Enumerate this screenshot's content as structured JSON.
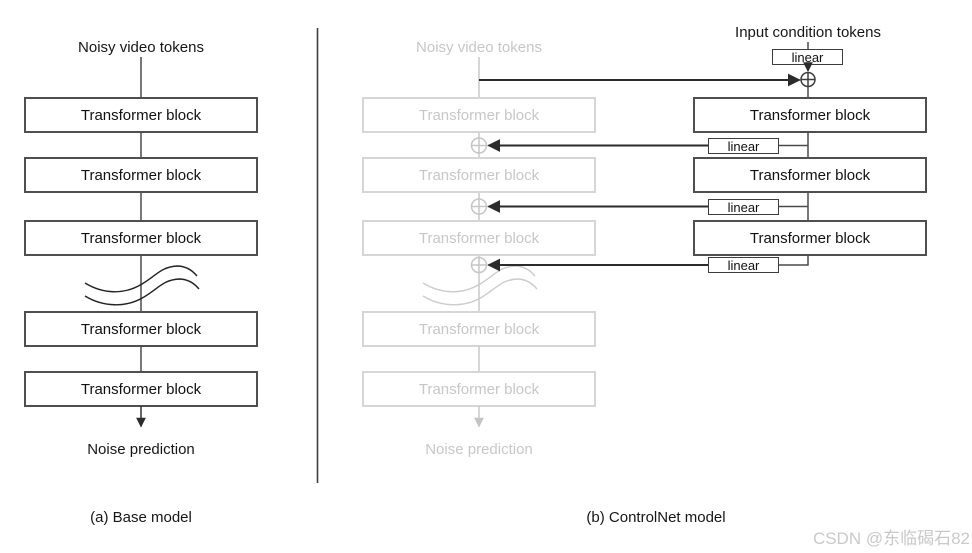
{
  "panel_a": {
    "caption": "(a) Base model",
    "input_label": "Noisy video tokens",
    "block_label": "Transformer block",
    "output_label": "Noise prediction"
  },
  "panel_b": {
    "caption": "(b) ControlNet model",
    "frozen_branch": {
      "input_label": "Noisy video tokens",
      "block_label": "Transformer block",
      "output_label": "Noise prediction"
    },
    "control_branch": {
      "input_label": "Input condition tokens",
      "linear_label": "linear",
      "block_label": "Transformer block"
    }
  },
  "watermark": {
    "text": "CSDN @东临碣石82"
  },
  "colors": {
    "dark_line": "#2b2b2b",
    "mid_line": "#4a4a4a",
    "light_line": "#c9c9c9",
    "dark_border": "#4f4f4f",
    "light_border": "#d6d6d6",
    "watermark_gray": "#c9c9c9"
  }
}
